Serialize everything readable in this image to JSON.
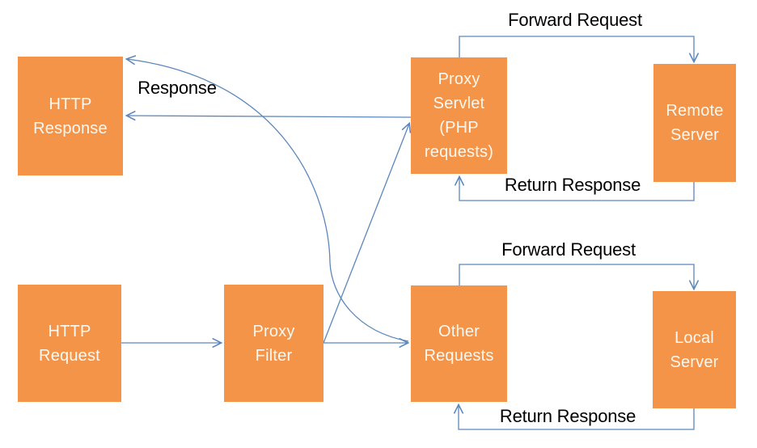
{
  "diagram": {
    "type": "flow-diagram",
    "boxes": [
      {
        "id": "http-response",
        "lines": [
          "HTTP",
          "Response"
        ]
      },
      {
        "id": "proxy-servlet",
        "lines": [
          "Proxy",
          "Servlet",
          "(PHP",
          "requests)"
        ]
      },
      {
        "id": "remote-server",
        "lines": [
          "Remote",
          "Server"
        ]
      },
      {
        "id": "http-request",
        "lines": [
          "HTTP",
          "Request"
        ]
      },
      {
        "id": "proxy-filter",
        "lines": [
          "Proxy",
          "Filter"
        ]
      },
      {
        "id": "other-requests",
        "lines": [
          "Other",
          "Requests"
        ]
      },
      {
        "id": "local-server",
        "lines": [
          "Local",
          "Server"
        ]
      }
    ],
    "labels": {
      "response": "Response",
      "forward_request_top": "Forward Request",
      "return_response_top": "Return Response",
      "forward_request_bottom": "Forward Request",
      "return_response_bottom": "Return Response"
    },
    "edges": [
      {
        "from": "http-request",
        "to": "proxy-filter",
        "label": ""
      },
      {
        "from": "proxy-filter",
        "to": "proxy-servlet",
        "label": ""
      },
      {
        "from": "proxy-filter",
        "to": "other-requests",
        "label": ""
      },
      {
        "from": "proxy-servlet",
        "to": "http-response",
        "label": "Response"
      },
      {
        "from": "other-requests",
        "to": "http-response",
        "label": "Response"
      },
      {
        "from": "proxy-servlet",
        "to": "remote-server",
        "label": "Forward Request"
      },
      {
        "from": "remote-server",
        "to": "proxy-servlet",
        "label": "Return Response"
      },
      {
        "from": "other-requests",
        "to": "local-server",
        "label": "Forward Request"
      },
      {
        "from": "local-server",
        "to": "other-requests",
        "label": "Return Response"
      }
    ],
    "colors": {
      "box_fill": "#F39449",
      "box_text": "#FDF8F1",
      "connector": "#5B87BD",
      "label_text": "#000000",
      "canvas_bg": "#FFFFFF"
    }
  }
}
